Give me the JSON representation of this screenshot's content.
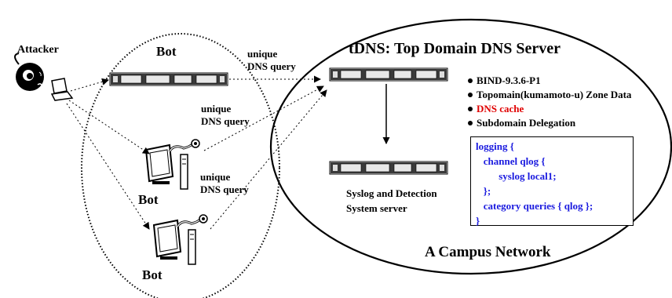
{
  "labels": {
    "attacker": "Attacker",
    "bot": "Bot",
    "tdns_title": "tDNS: Top Domain DNS Server",
    "campus": "A Campus Network",
    "syslog_line1": "Syslog and Detection",
    "syslog_line2": "System server"
  },
  "queries": [
    {
      "line1": "unique",
      "line2": "DNS query"
    },
    {
      "line1": "unique",
      "line2": "DNS query"
    },
    {
      "line1": "unique",
      "line2": "DNS query"
    }
  ],
  "features": [
    {
      "text": "BIND-9.3.6-P1",
      "color": "#000000"
    },
    {
      "text": "Topomain(kumamoto-u) Zone Data",
      "color": "#000000"
    },
    {
      "text": "DNS cache",
      "color": "#e00000"
    },
    {
      "text": "Subdomain Delegation",
      "color": "#000000"
    }
  ],
  "config_lines": [
    "logging {",
    "   channel qlog {",
    "         syslog local1;",
    "   };",
    "   category queries { qlog };",
    "}"
  ],
  "colors": {
    "config_text": "#1a1adf",
    "highlight": "#e00000",
    "line": "#000000"
  },
  "icons": [
    "attacker-bomb-icon",
    "laptop-icon",
    "server-rack-icon",
    "workstation-robot-icon"
  ]
}
